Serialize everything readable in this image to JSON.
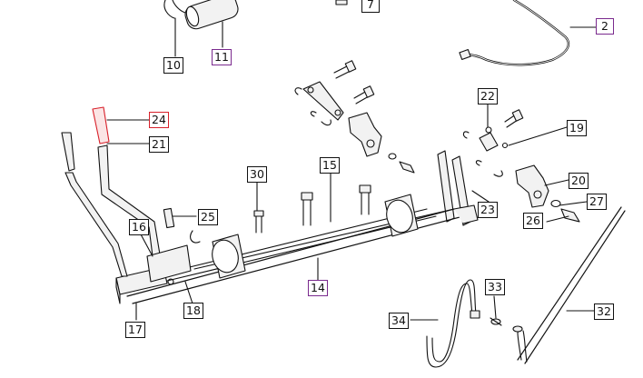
{
  "callouts": {
    "c7": "7",
    "c2": "2",
    "c10": "10",
    "c11": "11",
    "c22": "22",
    "c19": "19",
    "c24": "24",
    "c21": "21",
    "c15": "15",
    "c30": "30",
    "c20": "20",
    "c27": "27",
    "c25": "25",
    "c23": "23",
    "c26": "26",
    "c16": "16",
    "c14": "14",
    "c18": "18",
    "c33": "33",
    "c32": "32",
    "c34": "34",
    "c17": "17"
  },
  "colors": {
    "line": "#111111",
    "purple_box": "#7a2a8e",
    "red_box": "#d8202a",
    "red_handle": "#d8202a",
    "metal_fill": "#f2f2f2"
  }
}
